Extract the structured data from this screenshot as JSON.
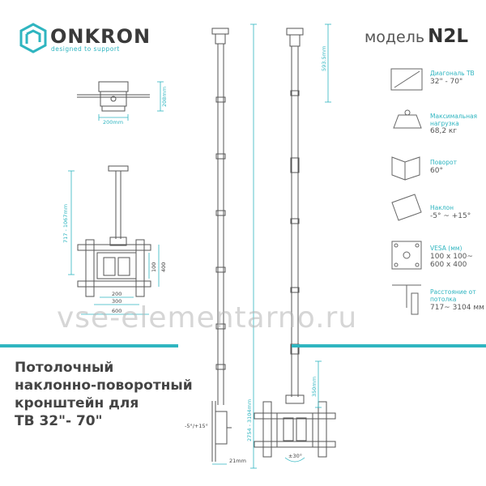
{
  "brand": {
    "name": "ONKRON",
    "tagline": "designed to support"
  },
  "model": {
    "prefix": "модель",
    "code": "N2L"
  },
  "specs": [
    {
      "label": "Диагональ ТВ",
      "value": "32\" - 70\""
    },
    {
      "label": "Максимальная нагрузка",
      "value": "68,2 кг"
    },
    {
      "label": "Поворот",
      "value": "60°"
    },
    {
      "label": "Наклон",
      "value": "-5° ~ +15°"
    },
    {
      "label": "VESA (мм)",
      "value": "100 x 100~ 600 x 400"
    },
    {
      "label": "Расстояние от потолка",
      "value": "717~ 3104 мм"
    }
  ],
  "title_lines": [
    "Потолочный",
    "наклонно-поворотный",
    "кронштейн для",
    "ТВ 32\"- 70\""
  ],
  "watermark": "vse-elementarno.ru",
  "dims": {
    "top_depth": "208mm",
    "top_width": "200mm",
    "short_height": "717 - 1067mm",
    "vesa_200": "200",
    "vesa_300": "300",
    "vesa_600": "600",
    "vesa_100": "100",
    "vesa_400": "400",
    "top_section": "593.5mm",
    "long_height": "2754 - 3104mm",
    "head_height": "350mm",
    "tilt": "-5°/+15°",
    "offset": "21mm",
    "swivel": "±30°"
  }
}
